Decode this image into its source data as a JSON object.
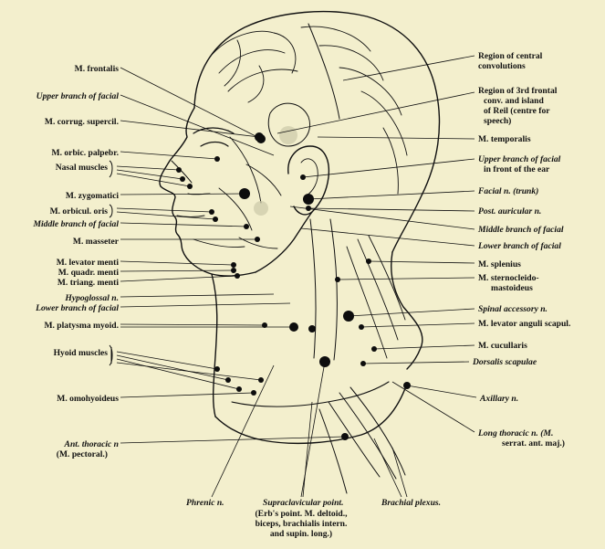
{
  "left_labels": [
    {
      "id": "frontalis",
      "text": "M. frontalis",
      "italic": false
    },
    {
      "id": "upper-facial",
      "text": "Upper branch of facial",
      "italic": true
    },
    {
      "id": "corrug",
      "text": "M. corrug. supercil.",
      "italic": false
    },
    {
      "id": "orbic-palpebr",
      "text": "M. orbic. palpebr.",
      "italic": false
    },
    {
      "id": "nasal",
      "text": "Nasal muscles",
      "italic": false
    },
    {
      "id": "zygomatici",
      "text": "M. zygomatici",
      "italic": false
    },
    {
      "id": "orbicul-oris",
      "text": "M. orbicul. oris",
      "italic": false
    },
    {
      "id": "middle-facial",
      "text": "Middle branch of facial",
      "italic": true
    },
    {
      "id": "masseter",
      "text": "M. masseter",
      "italic": false
    },
    {
      "id": "levator-menti",
      "text": "M. levator menti",
      "italic": false
    },
    {
      "id": "quadr-menti",
      "text": "M. quadr. menti",
      "italic": false
    },
    {
      "id": "triang-menti",
      "text": "M. triang. menti",
      "italic": false
    },
    {
      "id": "hypoglossal",
      "text": "Hypoglossal n.",
      "italic": true
    },
    {
      "id": "lower-facial",
      "text": "Lower branch of facial",
      "italic": true
    },
    {
      "id": "platysma",
      "text": "M. platysma myoid.",
      "italic": false
    },
    {
      "id": "hyoid",
      "text": "Hyoid muscles",
      "italic": false
    },
    {
      "id": "omohyoideus",
      "text": "M. omohyoideus",
      "italic": false
    },
    {
      "id": "ant-thoracic",
      "text": "Ant. thoracic n",
      "italic": true
    },
    {
      "id": "ant-thoracic-sub",
      "text": "(M. pectoral.)",
      "italic": false
    }
  ],
  "right_labels": [
    {
      "id": "central-conv",
      "lines": [
        "Region of central",
        "convolutions"
      ],
      "italic": false
    },
    {
      "id": "third-frontal",
      "lines": [
        "Region of 3rd frontal",
        "conv. and island",
        "of Reil (centre for",
        "speech)"
      ],
      "italic": false
    },
    {
      "id": "temporalis",
      "lines": [
        "M. temporalis"
      ],
      "italic": false
    },
    {
      "id": "upper-facial-ear",
      "lines": [
        "Upper branch of facial",
        "in front of the ear"
      ],
      "italic": true
    },
    {
      "id": "facial-trunk",
      "lines": [
        "Facial n. (trunk)"
      ],
      "italic": true
    },
    {
      "id": "post-auricular",
      "lines": [
        "Post. auricular n."
      ],
      "italic": true
    },
    {
      "id": "middle-facial-r",
      "lines": [
        "Middle branch of facial"
      ],
      "italic": true
    },
    {
      "id": "lower-facial-r",
      "lines": [
        "Lower branch of facial"
      ],
      "italic": true
    },
    {
      "id": "splenius",
      "lines": [
        "M. splenius"
      ],
      "italic": false
    },
    {
      "id": "sternocleido",
      "lines": [
        "M. sternocleido-",
        "mastoideus"
      ],
      "italic": false
    },
    {
      "id": "spinal-accessory",
      "lines": [
        "Spinal accessory n."
      ],
      "italic": true
    },
    {
      "id": "levator-scapul",
      "lines": [
        "M. levator anguli scapul."
      ],
      "italic": false
    },
    {
      "id": "cucullaris",
      "lines": [
        "M. cucullaris"
      ],
      "italic": false
    },
    {
      "id": "dorsalis-scapulae",
      "lines": [
        "Dorsalis scapulae"
      ],
      "italic": true
    },
    {
      "id": "axillary",
      "lines": [
        "Axillary n."
      ],
      "italic": true
    },
    {
      "id": "long-thoracic",
      "lines": [
        "Long thoracic n. (M.",
        "serrat. ant. maj.)"
      ],
      "italic": true
    }
  ],
  "bottom_labels": {
    "phrenic": "Phrenic n.",
    "supraclavicular": "Supraclavicular point.",
    "erb_lines": [
      "(Erb's point.  M. deltoid.,",
      "biceps, brachialis intern.",
      "and supin. long.)"
    ],
    "brachial": "Brachial plexus."
  },
  "colors": {
    "background": "#f3efcd",
    "ink": "#111111",
    "point_fill": "#0d0d0d",
    "shade": "#c9c6a6"
  }
}
